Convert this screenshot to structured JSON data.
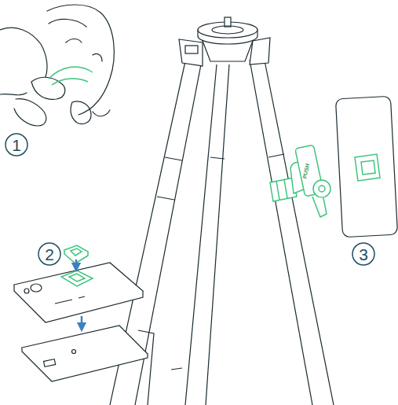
{
  "diagram": {
    "nodes": [
      {
        "text": [
          "1"
        ]
      },
      {
        "text": [
          "2"
        ]
      },
      {
        "text": [
          "3"
        ]
      }
    ],
    "labels": [
      "PUSH"
    ]
  }
}
